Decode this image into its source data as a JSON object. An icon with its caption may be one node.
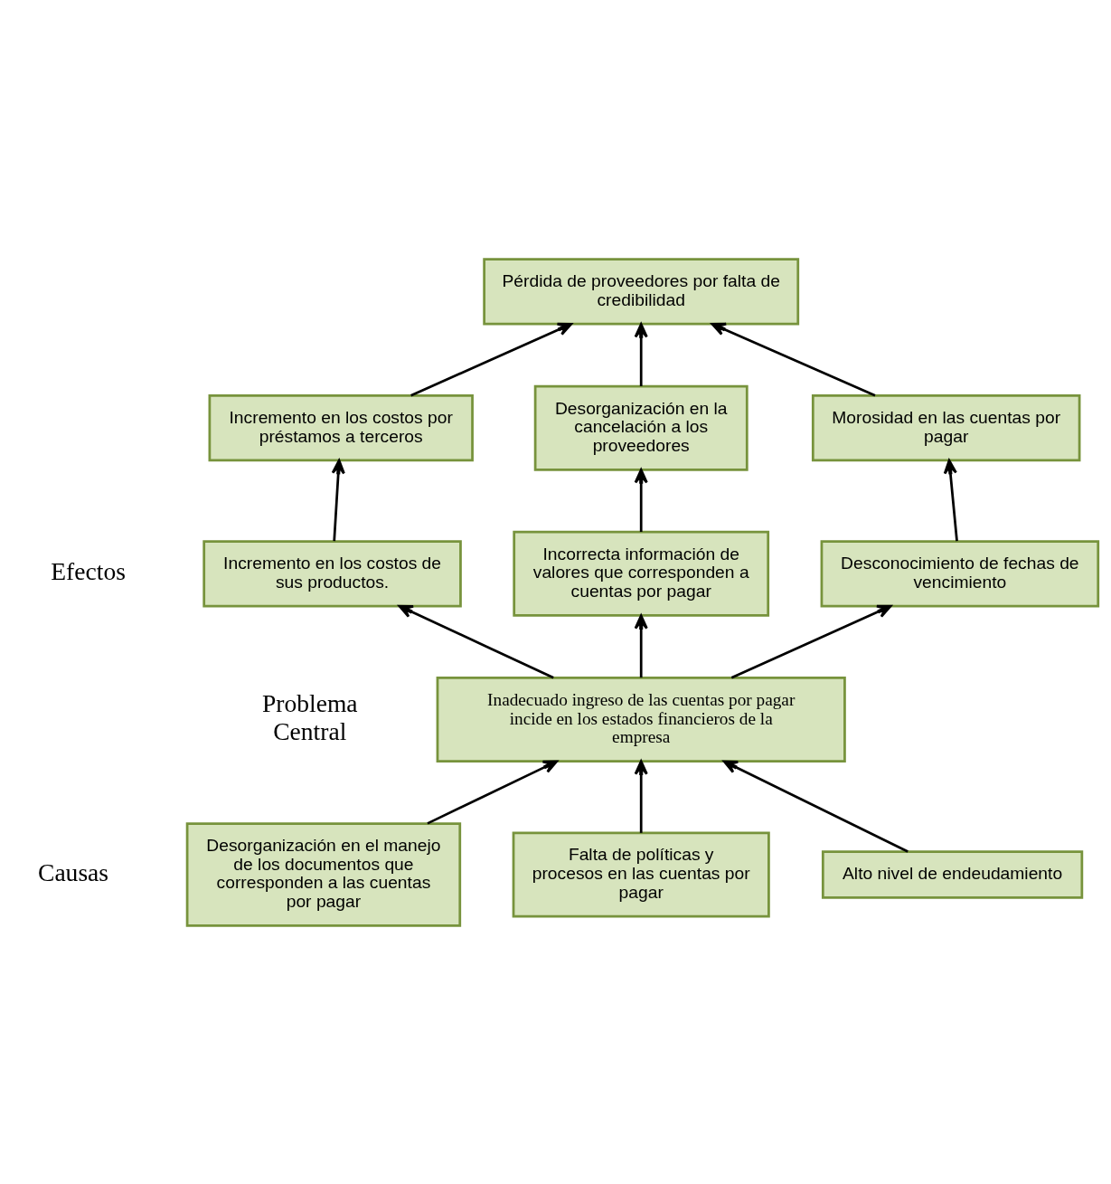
{
  "diagram": {
    "nodes": [
      {
        "text": [
          "Pérdida de proveedores por falta de credibilidad"
        ]
      },
      {
        "text": [
          "Desorganización en la cancelación a los proveedores"
        ]
      },
      {
        "text": [
          "Morosidad en las cuentas por pagar"
        ]
      },
      {
        "text": [
          "Incremento en los costos por préstamos a terceros"
        ]
      },
      {
        "text": [
          "Incorrecta información de valores que corresponden a cuentas por pagar"
        ]
      },
      {
        "text": [
          "Desconocimiento de fechas de vencimiento"
        ]
      },
      {
        "text": [
          "Incremento en los costos de sus productos."
        ]
      },
      {
        "text": [
          "Inadecuado ingreso de las cuentas por pagar incide en los estados financieros de la empresa"
        ]
      },
      {
        "text": [
          "Desorganización en el manejo de los documentos que corresponden a las cuentas por pagar"
        ]
      },
      {
        "text": [
          "Falta de políticas y procesos en las cuentas por pagar"
        ]
      },
      {
        "text": [
          "Alto nivel de endeudamiento"
        ]
      }
    ],
    "edges": [
      {
        "from": 1,
        "to": 0,
        "arrow": "to"
      },
      {
        "from": 2,
        "to": 0,
        "arrow": "to"
      },
      {
        "from": 3,
        "to": 0,
        "arrow": "to"
      },
      {
        "from": 4,
        "to": 1,
        "arrow": "to"
      },
      {
        "from": 5,
        "to": 2,
        "arrow": "to"
      },
      {
        "from": 6,
        "to": 3,
        "arrow": "to"
      },
      {
        "from": 7,
        "to": 4,
        "arrow": "to"
      },
      {
        "from": 7,
        "to": 5,
        "arrow": "to"
      },
      {
        "from": 7,
        "to": 6,
        "arrow": "to"
      },
      {
        "from": 8,
        "to": 7,
        "arrow": "to"
      },
      {
        "from": 9,
        "to": 7,
        "arrow": "to"
      },
      {
        "from": 10,
        "to": 7,
        "arrow": "to"
      }
    ],
    "labels": [
      "Efectos",
      "Problema Central",
      "Causas"
    ]
  }
}
